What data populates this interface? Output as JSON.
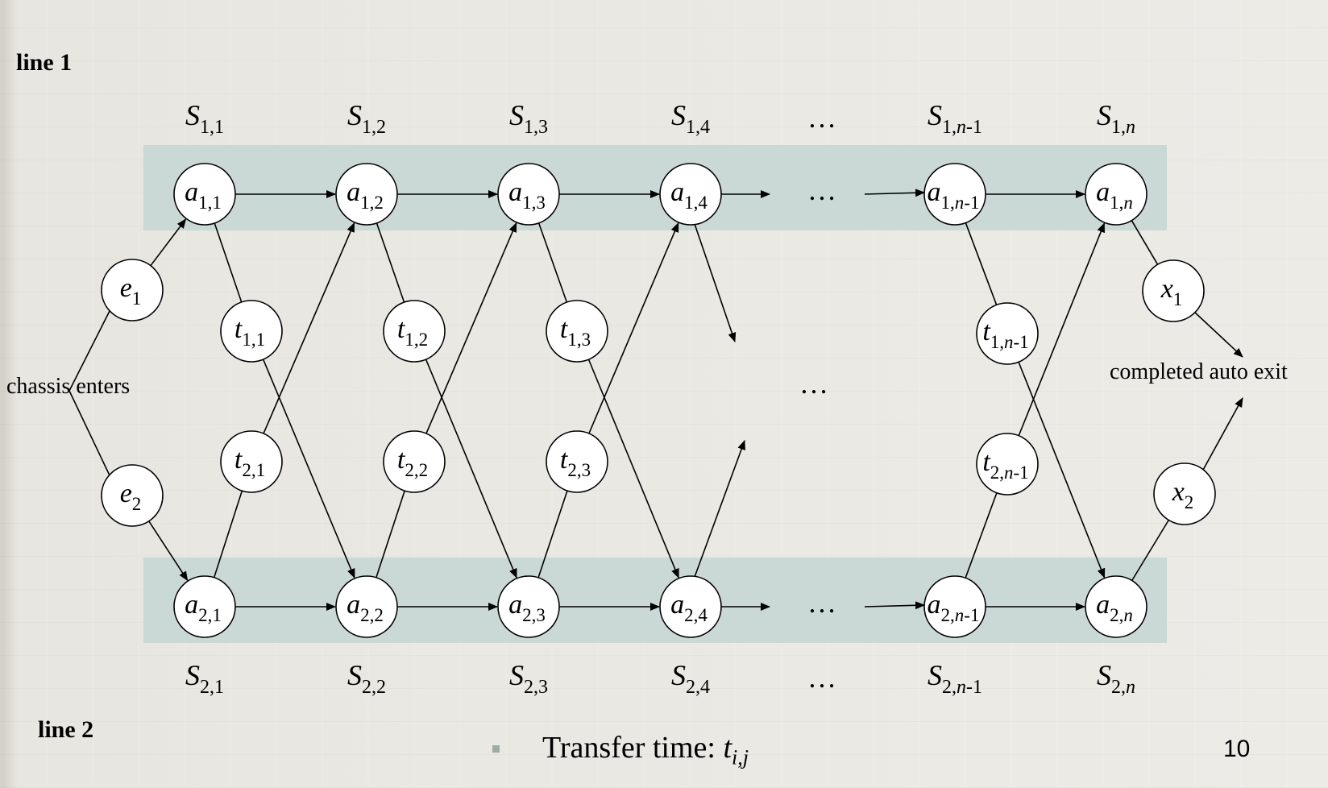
{
  "lines": {
    "top": "line 1",
    "bottom": "line 2"
  },
  "entry_label": "chassis enters",
  "exit_label": "completed auto exit",
  "ellipsis": "…",
  "stations": [
    {
      "base": "S",
      "sub": "1,1"
    },
    {
      "base": "S",
      "sub": "1,2"
    },
    {
      "base": "S",
      "sub": "1,3"
    },
    {
      "base": "S",
      "sub": "1,4"
    },
    {
      "base": "S",
      "sub": "1,n-1"
    },
    {
      "base": "S",
      "sub": "1,n"
    },
    {
      "base": "S",
      "sub": "2,1"
    },
    {
      "base": "S",
      "sub": "2,2"
    },
    {
      "base": "S",
      "sub": "2,3"
    },
    {
      "base": "S",
      "sub": "2,4"
    },
    {
      "base": "S",
      "sub": "2,n-1"
    },
    {
      "base": "S",
      "sub": "2,n"
    }
  ],
  "nodes": [
    {
      "id": "a11",
      "base": "a",
      "sub": "1,1"
    },
    {
      "id": "a12",
      "base": "a",
      "sub": "1,2"
    },
    {
      "id": "a13",
      "base": "a",
      "sub": "1,3"
    },
    {
      "id": "a14",
      "base": "a",
      "sub": "1,4"
    },
    {
      "id": "a1n1",
      "base": "a",
      "sub": "1,n-1"
    },
    {
      "id": "a1n",
      "base": "a",
      "sub": "1,n"
    },
    {
      "id": "a21",
      "base": "a",
      "sub": "2,1"
    },
    {
      "id": "a22",
      "base": "a",
      "sub": "2,2"
    },
    {
      "id": "a23",
      "base": "a",
      "sub": "2,3"
    },
    {
      "id": "a24",
      "base": "a",
      "sub": "2,4"
    },
    {
      "id": "a2n1",
      "base": "a",
      "sub": "2,n-1"
    },
    {
      "id": "a2n",
      "base": "a",
      "sub": "2,n"
    },
    {
      "id": "e1",
      "base": "e",
      "sub": "1"
    },
    {
      "id": "e2",
      "base": "e",
      "sub": "2"
    },
    {
      "id": "x1",
      "base": "x",
      "sub": "1"
    },
    {
      "id": "x2",
      "base": "x",
      "sub": "2"
    },
    {
      "id": "t11",
      "base": "t",
      "sub": "1,1"
    },
    {
      "id": "t12",
      "base": "t",
      "sub": "1,2"
    },
    {
      "id": "t13",
      "base": "t",
      "sub": "1,3"
    },
    {
      "id": "t1n1",
      "base": "t",
      "sub": "1,n-1"
    },
    {
      "id": "t21",
      "base": "t",
      "sub": "2,1"
    },
    {
      "id": "t22",
      "base": "t",
      "sub": "2,2"
    },
    {
      "id": "t23",
      "base": "t",
      "sub": "2,3"
    },
    {
      "id": "t2n1",
      "base": "t",
      "sub": "2,n-1"
    }
  ],
  "footer": {
    "text": "Transfer time: ",
    "var": "t",
    "sub": "i,j"
  },
  "page_number": "10",
  "colors": {
    "band": "#cad9d6",
    "bullet": "#9aaea7"
  }
}
